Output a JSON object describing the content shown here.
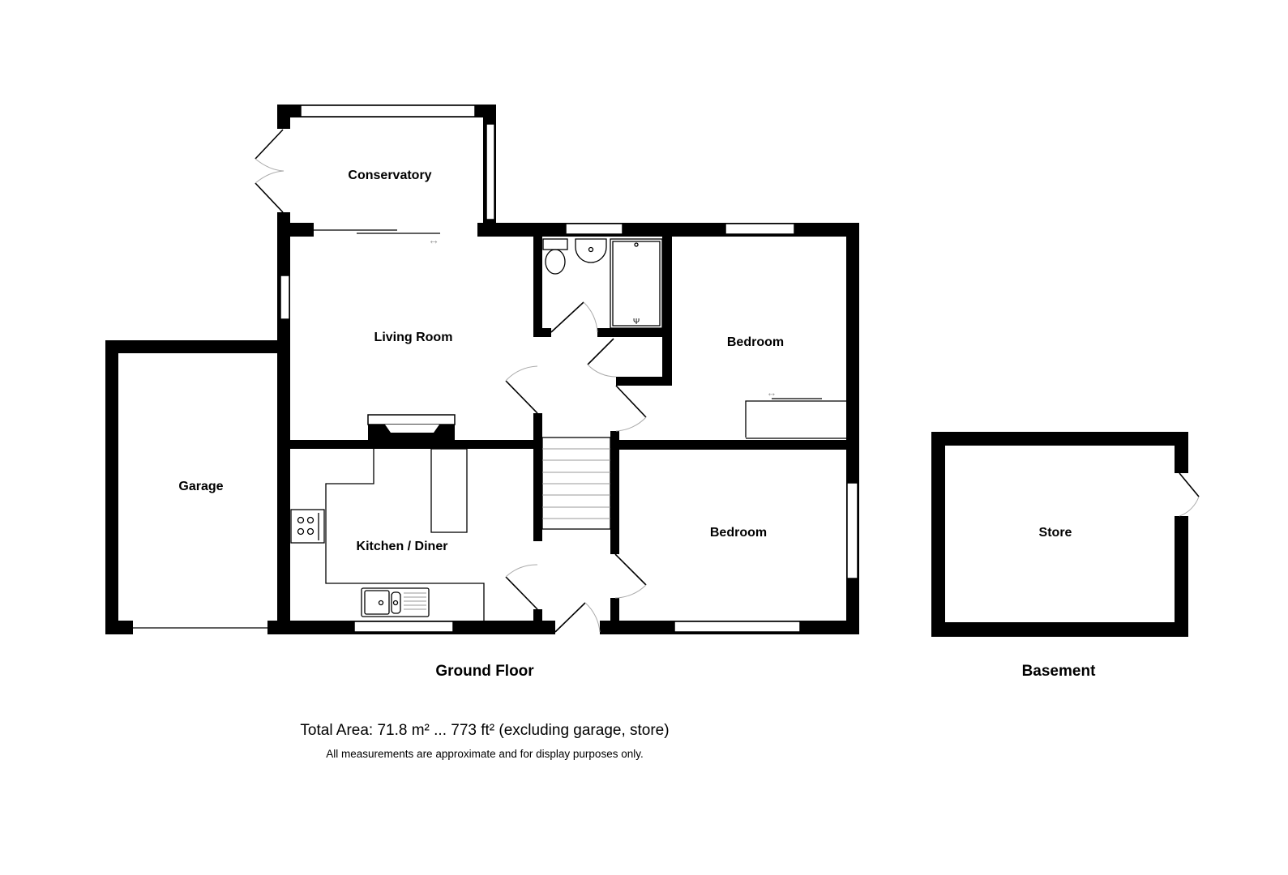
{
  "plan": {
    "floors": [
      {
        "id": "ground",
        "label": "Ground Floor"
      },
      {
        "id": "basement",
        "label": "Basement"
      }
    ],
    "rooms": {
      "conservatory": "Conservatory",
      "living_room": "Living Room",
      "kitchen_diner": "Kitchen / Diner",
      "garage": "Garage",
      "bedroom_1": "Bedroom",
      "bedroom_2": "Bedroom",
      "store": "Store"
    },
    "fixtures": [
      "toilet",
      "basin",
      "shower",
      "hob",
      "double-sink",
      "fireplace",
      "staircase",
      "sliding-door",
      "wardrobe"
    ],
    "colors": {
      "wall": "#000000",
      "background": "#ffffff",
      "door_arc": "#aaaaaa"
    }
  },
  "footer": {
    "total_area": "Total Area: 71.8 m² ... 773 ft² (excluding garage, store)",
    "disclaimer": "All measurements are approximate and for display purposes only."
  }
}
